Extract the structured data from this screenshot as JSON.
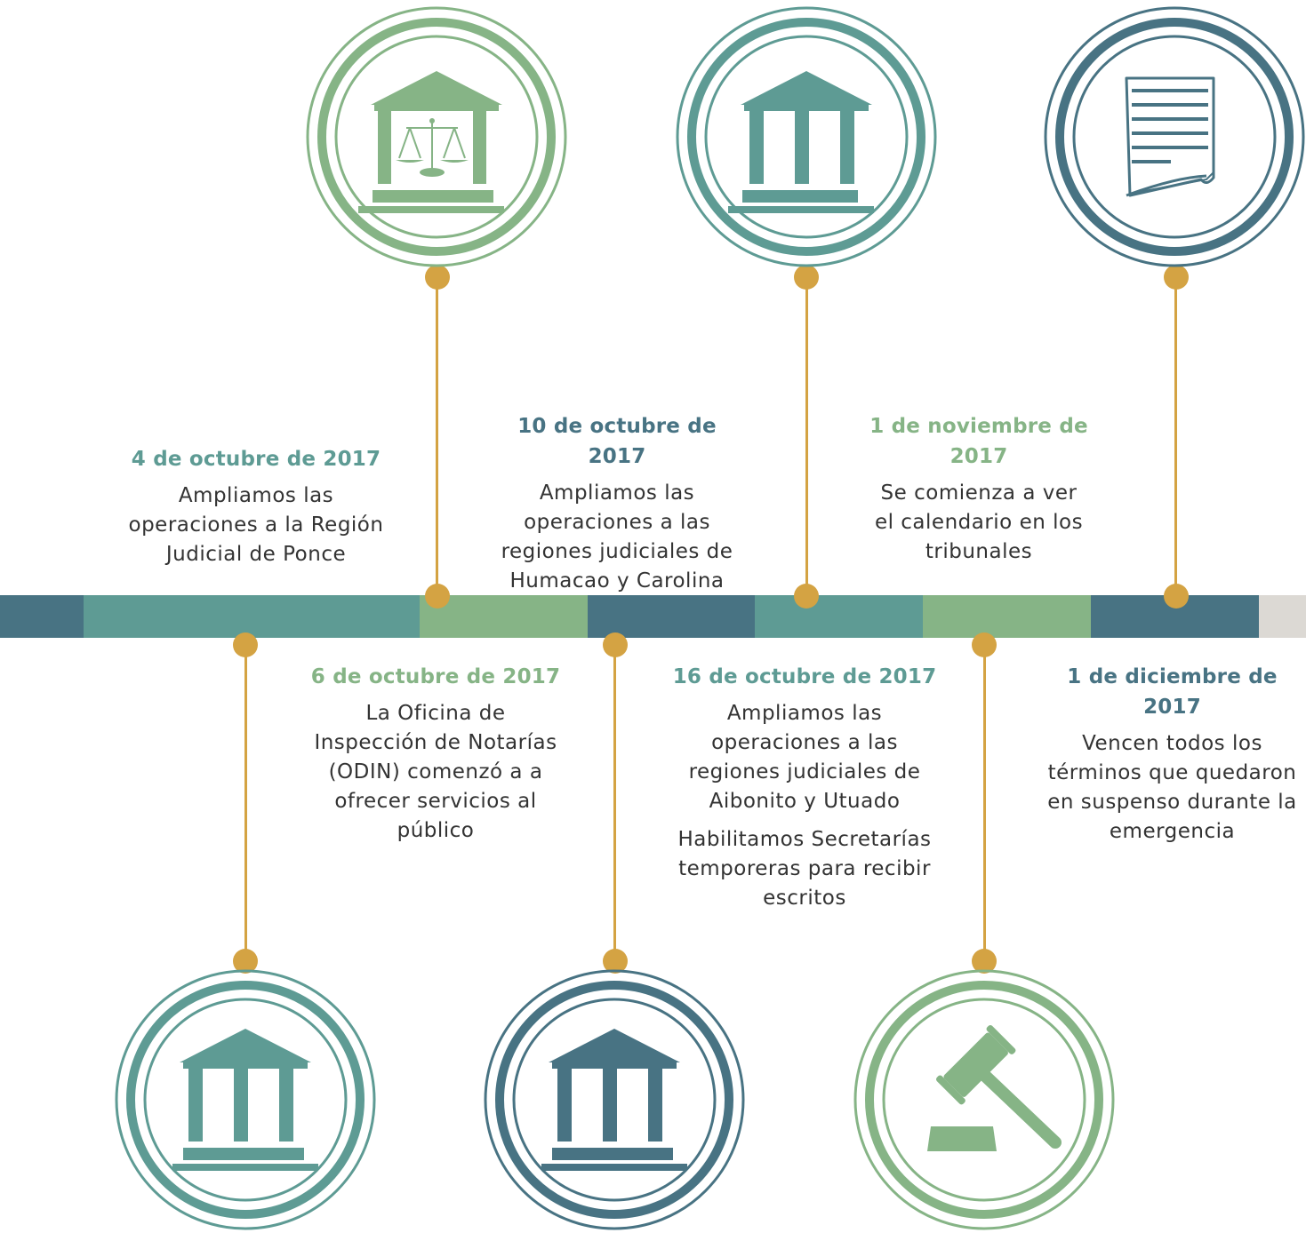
{
  "colors": {
    "teal": "#5e9b94",
    "green": "#86b486",
    "navy": "#487383",
    "gold": "#d4a343",
    "gray": "#dcd9d4",
    "text": "#333333"
  },
  "timeline": {
    "segments": [
      "navy",
      "teal",
      "green",
      "navy",
      "teal",
      "green",
      "navy",
      "gray"
    ]
  },
  "events": [
    {
      "date": "4 de octubre de 2017",
      "description": "Ampliamos las operaciones a la Región Judicial de Ponce",
      "icon": "courthouse-scales-icon",
      "color": "teal",
      "position": "above"
    },
    {
      "date": "6 de octubre de 2017",
      "description": "La Oficina de Inspección de Notarías (ODIN) comenzó a a ofrecer servicios al público",
      "icon": "courthouse-icon",
      "color": "green",
      "position": "below"
    },
    {
      "date": "10 de octubre de 2017",
      "description": "Ampliamos las operaciones a las regiones judiciales de Humacao y Carolina",
      "icon": "courthouse-icon",
      "color": "navy",
      "position": "above"
    },
    {
      "date": "16 de octubre de 2017",
      "description": "Ampliamos las operaciones a las regiones judiciales de Aibonito y Utuado",
      "description_2": "Habilitamos Secretarías temporeras para recibir escritos",
      "icon": "courthouse-icon",
      "color": "teal",
      "position": "below"
    },
    {
      "date": "1 de noviembre de 2017",
      "description": "Se comienza a ver el calendario en los tribunales",
      "icon": "gavel-icon",
      "color": "green",
      "position": "above"
    },
    {
      "date": "1 de diciembre de 2017",
      "description": "Vencen todos los términos que quedaron en suspenso durante la emergencia",
      "icon": "document-icon",
      "color": "navy",
      "position": "below"
    }
  ]
}
